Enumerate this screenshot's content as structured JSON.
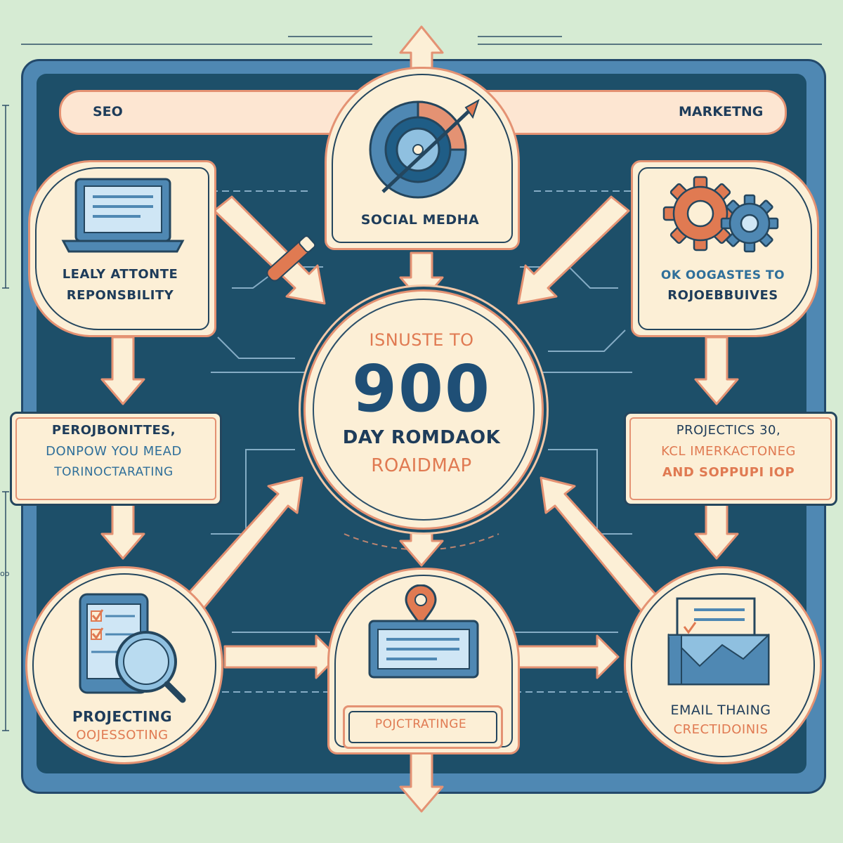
{
  "top_bar": {
    "left_label": "SEO",
    "right_label": "MARKETNG"
  },
  "nodes": {
    "top_center": {
      "label": "SOCIAL MEDHA",
      "icon": "target-icon"
    },
    "top_left": {
      "line1": "LEALY  ATTONTE",
      "line2": "REPONSBILITY",
      "icon": "laptop-icon"
    },
    "top_right": {
      "line1": "OK OOGASTES TO",
      "line2": "ROJOEBBUIVES",
      "icon": "gears-icon"
    },
    "center": {
      "line1": "ISNUSTE TO",
      "number": "900",
      "line3": "DAY ROMDAOK",
      "line4": "ROAIDMAP"
    },
    "mid_left": {
      "line1": "PEROJBONITTES,",
      "line2": "DONPOW YOU MEAD",
      "line3": "TORINOCTARATING"
    },
    "mid_right": {
      "line1": "PROJECTICS 30,",
      "line2": "KCL IMERKACTONEG",
      "line3": "AND SOPPUPI IOP"
    },
    "bottom_left": {
      "line1": "PROJECTING",
      "line2": "OOJESSOTING",
      "icon": "tablet-checklist-icon"
    },
    "bottom_center": {
      "label": "POJCTRATINGE",
      "icon": "location-pin-icon"
    },
    "bottom_right": {
      "line1": "EMAIL THAING",
      "line2": "CRECTIDOINIS",
      "icon": "email-icon"
    }
  },
  "side_ruler": {
    "label": "oo"
  },
  "colors": {
    "background": "#d6ebd3",
    "board_outer": "#4f88b3",
    "board_inner": "#1d4f69",
    "node_fill": "#fcefd6",
    "accent_orange": "#e49273",
    "text_dark": "#1e3c5a",
    "text_orange": "#e07a52"
  }
}
